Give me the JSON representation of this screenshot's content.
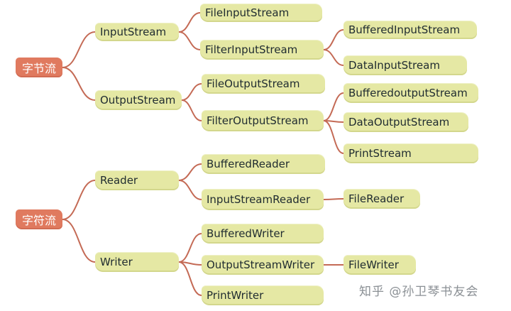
{
  "roots": [
    {
      "id": "byte",
      "label": "字节流"
    },
    {
      "id": "char",
      "label": "字符流"
    }
  ],
  "nodes": [
    {
      "id": "inputstream",
      "label": "InputStream"
    },
    {
      "id": "outputstream",
      "label": "OutputStream"
    },
    {
      "id": "fileinputstream",
      "label": "FileInputStream"
    },
    {
      "id": "filterinputstream",
      "label": "FilterInputStream"
    },
    {
      "id": "bufferedinputstream",
      "label": "BufferedInputStream"
    },
    {
      "id": "datainputstream",
      "label": "DataInputStream"
    },
    {
      "id": "fileoutputstream",
      "label": "FileOutputStream"
    },
    {
      "id": "filteroutputstream",
      "label": "FilterOutputStream"
    },
    {
      "id": "bufferedoutputstream",
      "label": "BufferedoutputStream"
    },
    {
      "id": "dataoutputstream",
      "label": "DataOutputStream"
    },
    {
      "id": "printstream",
      "label": "PrintStream"
    },
    {
      "id": "reader",
      "label": "Reader"
    },
    {
      "id": "writer",
      "label": "Writer"
    },
    {
      "id": "bufferedreader",
      "label": "BufferedReader"
    },
    {
      "id": "inputstreamreader",
      "label": "InputStreamReader"
    },
    {
      "id": "filereader",
      "label": "FileReader"
    },
    {
      "id": "bufferedwriter",
      "label": "BufferedWriter"
    },
    {
      "id": "outputstreamwriter",
      "label": "OutputStreamWriter"
    },
    {
      "id": "filewriter",
      "label": "FileWriter"
    },
    {
      "id": "printwriter",
      "label": "PrintWriter"
    }
  ],
  "edges": [
    [
      "byte",
      "inputstream"
    ],
    [
      "byte",
      "outputstream"
    ],
    [
      "inputstream",
      "fileinputstream"
    ],
    [
      "inputstream",
      "filterinputstream"
    ],
    [
      "filterinputstream",
      "bufferedinputstream"
    ],
    [
      "filterinputstream",
      "datainputstream"
    ],
    [
      "outputstream",
      "fileoutputstream"
    ],
    [
      "outputstream",
      "filteroutputstream"
    ],
    [
      "filteroutputstream",
      "bufferedoutputstream"
    ],
    [
      "filteroutputstream",
      "dataoutputstream"
    ],
    [
      "filteroutputstream",
      "printstream"
    ],
    [
      "char",
      "reader"
    ],
    [
      "char",
      "writer"
    ],
    [
      "reader",
      "bufferedreader"
    ],
    [
      "reader",
      "inputstreamreader"
    ],
    [
      "inputstreamreader",
      "filereader"
    ],
    [
      "writer",
      "bufferedwriter"
    ],
    [
      "writer",
      "outputstreamwriter"
    ],
    [
      "writer",
      "printwriter"
    ],
    [
      "outputstreamwriter",
      "filewriter"
    ]
  ],
  "watermark": "知乎 @孙卫琴书友会",
  "colors": {
    "node_fill": "#e5e8a4",
    "root_fill": "#e07a5f",
    "connector": "#c46a55",
    "text": "#1f2b30"
  }
}
